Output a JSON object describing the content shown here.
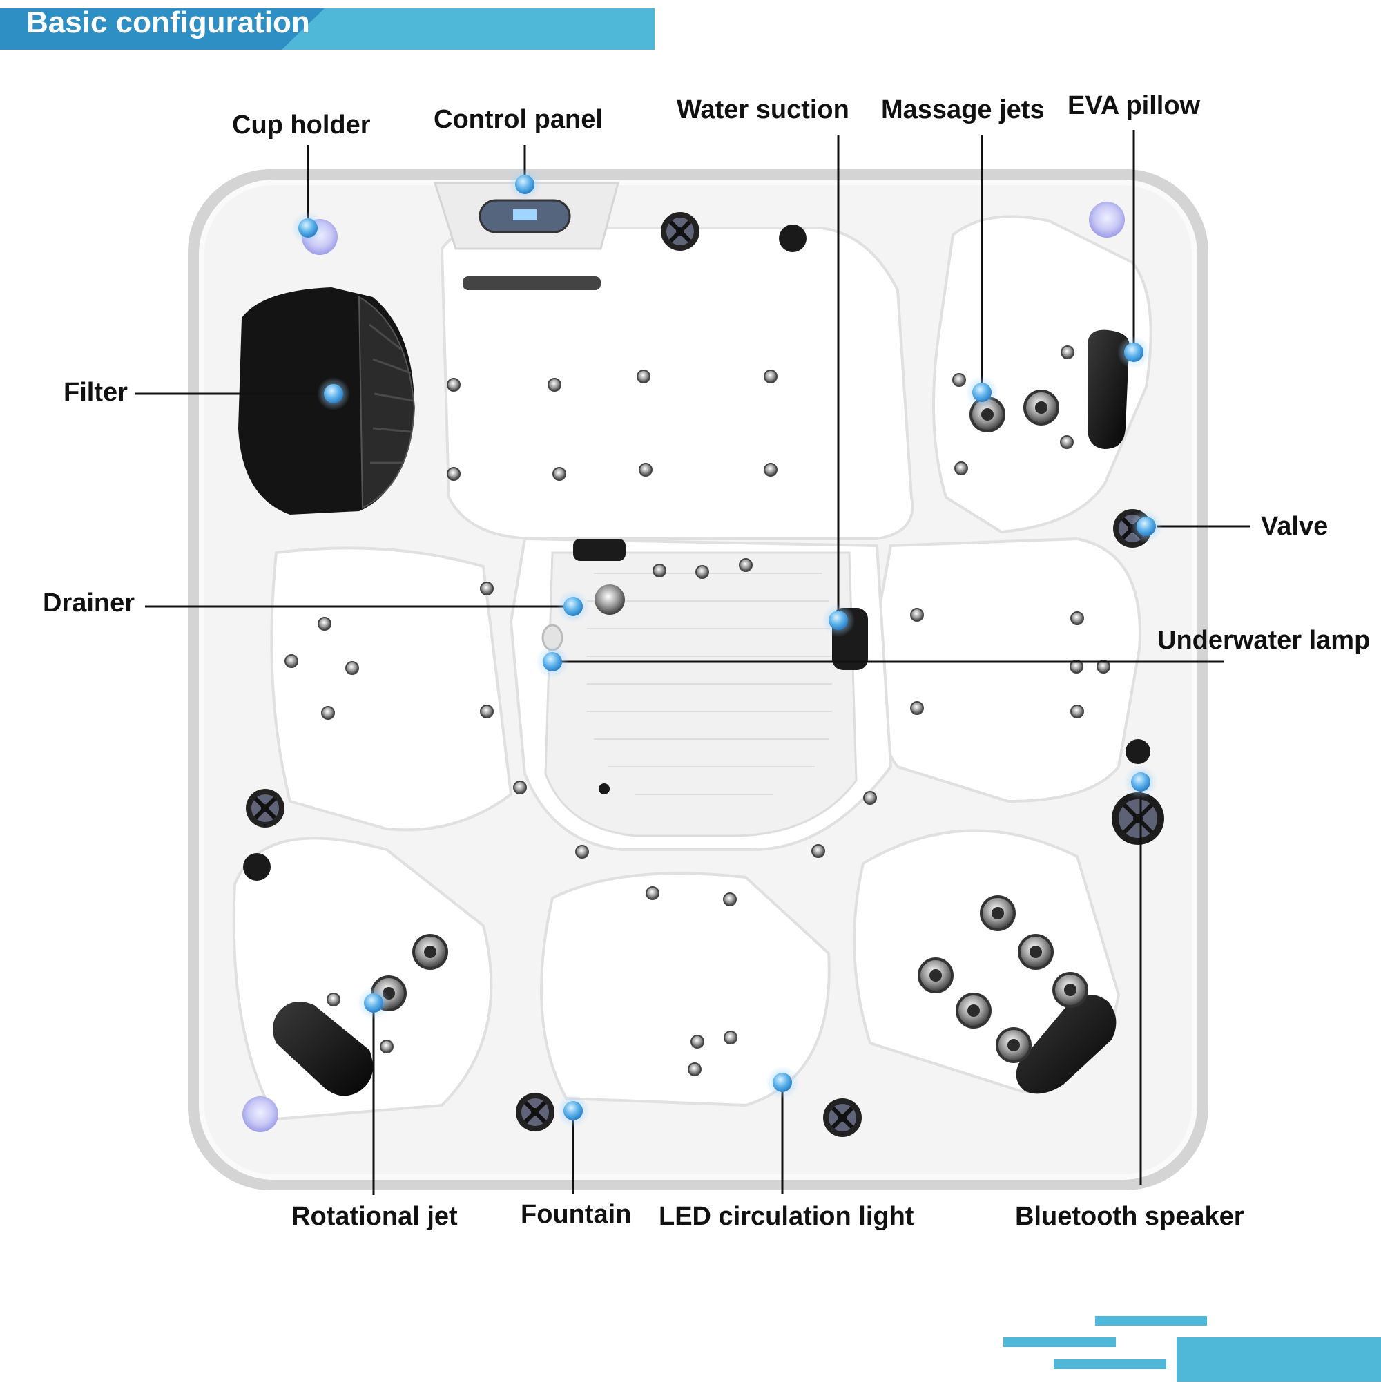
{
  "header": {
    "title": "Basic configuration"
  },
  "colors": {
    "accent": "#4db6d8",
    "accent_dark": "#2e8fc0",
    "line": "#111111",
    "shell_edge": "#d3d3d3",
    "pillow": "#1a1a1a"
  },
  "labels": {
    "cup_holder": "Cup holder",
    "control_panel": "Control panel",
    "water_suction": "Water suction",
    "massage_jets": "Massage jets",
    "eva_pillow": "EVA pillow",
    "filter": "Filter",
    "valve": "Valve",
    "drainer": "Drainer",
    "underwater_lamp": "Underwater lamp",
    "rotational_jet": "Rotational jet",
    "fountain": "Fountain",
    "led_circulation_light": "LED circulation light",
    "bluetooth_speaker": "Bluetooth speaker"
  }
}
